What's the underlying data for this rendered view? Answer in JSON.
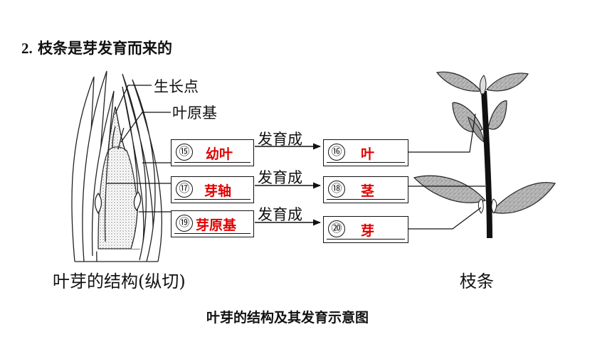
{
  "heading": {
    "number": "2.",
    "text": "枝条是芽发育而来的"
  },
  "bud_labels": {
    "growing_point": "生长点",
    "leaf_primordium": "叶原基"
  },
  "arrow_label": "发育成",
  "bud_rows": [
    {
      "num": "⑮",
      "answer": "幼叶"
    },
    {
      "num": "⑰",
      "answer": "芽轴"
    },
    {
      "num": "⑲",
      "answer": "芽原基"
    }
  ],
  "branch_rows": [
    {
      "num": "⑯",
      "answer": "叶"
    },
    {
      "num": "⑱",
      "answer": "茎"
    },
    {
      "num": "⑳",
      "answer": "芽"
    }
  ],
  "captions": {
    "bud": "叶芽的结构(纵切)",
    "branch": "枝条",
    "figure": "叶芽的结构及其发育示意图"
  },
  "colors": {
    "answer": "#e00000",
    "line": "#111111"
  }
}
